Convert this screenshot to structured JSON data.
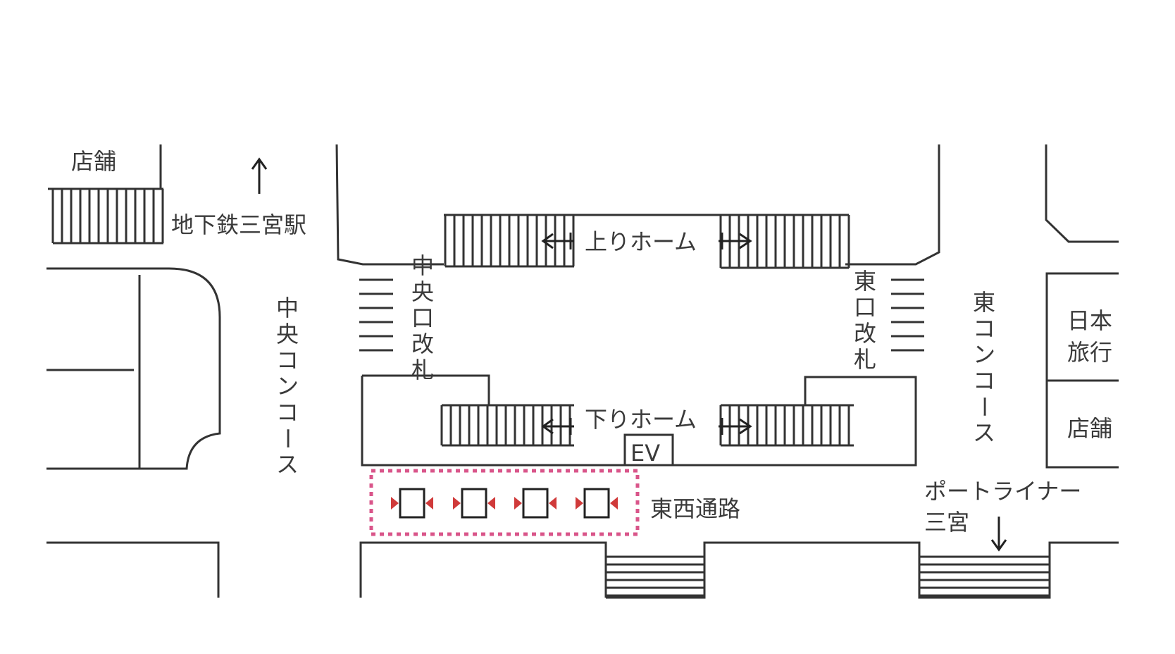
{
  "map": {
    "labels": {
      "shop_top_left": "店舗",
      "subway_station": "地下鉄三宮駅",
      "central_concourse": "中央コンコース",
      "central_gate": "中央口改札",
      "up_platform": "上りホーム",
      "down_platform": "下りホーム",
      "east_gate": "東口改札",
      "east_concourse": "東コンコース",
      "jtb_line1": "日本",
      "jtb_line2": "旅行",
      "shop_right": "店舗",
      "elevator": "EV",
      "east_west_passage": "東西通路",
      "portliner_line1": "ポートライナー",
      "portliner_line2": "三宮"
    },
    "highlight": {
      "color": "#d9558a",
      "marker_color": "#d03a3a",
      "count": 4
    },
    "icons": {
      "subway_arrow": "arrow-up-icon",
      "portliner_arrow": "arrow-down-icon"
    }
  }
}
